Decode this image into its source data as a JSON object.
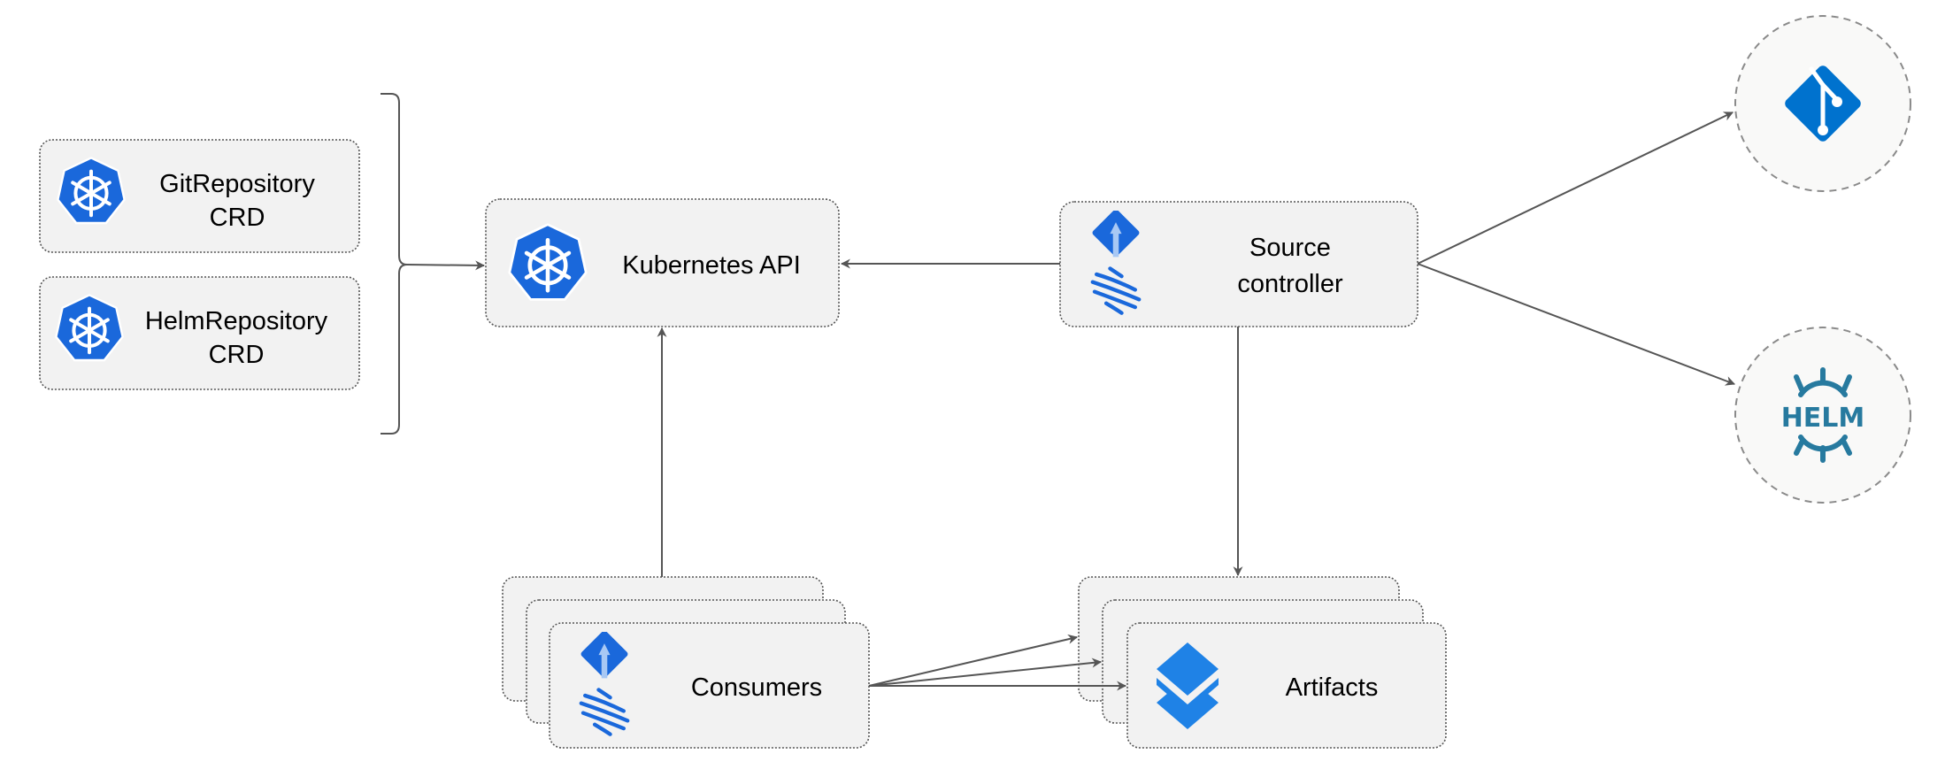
{
  "nodes": {
    "git_repository": {
      "line1": "GitRepository",
      "line2": "CRD",
      "icon": "kubernetes-icon"
    },
    "helm_repository": {
      "line1": "HelmRepository",
      "line2": "CRD",
      "icon": "kubernetes-icon"
    },
    "kubernetes_api": {
      "label": "Kubernetes API",
      "icon": "kubernetes-icon"
    },
    "source_controller": {
      "line1": "Source",
      "line2": "controller",
      "icon": "flux-icon"
    },
    "consumers": {
      "label": "Consumers",
      "icon": "flux-icon"
    },
    "artifacts": {
      "label": "Artifacts",
      "icon": "layers-icon"
    },
    "git": {
      "icon": "git-icon"
    },
    "helm": {
      "logo_text": "HELM",
      "icon": "helm-icon"
    }
  },
  "colors": {
    "kubernetes_blue": "#326ce5",
    "flux_blue": "#1a6ee0",
    "git_blue": "#0072ce",
    "helm_teal": "#277a9f",
    "box_fill": "#f2f2f2",
    "edge": "#555555"
  }
}
